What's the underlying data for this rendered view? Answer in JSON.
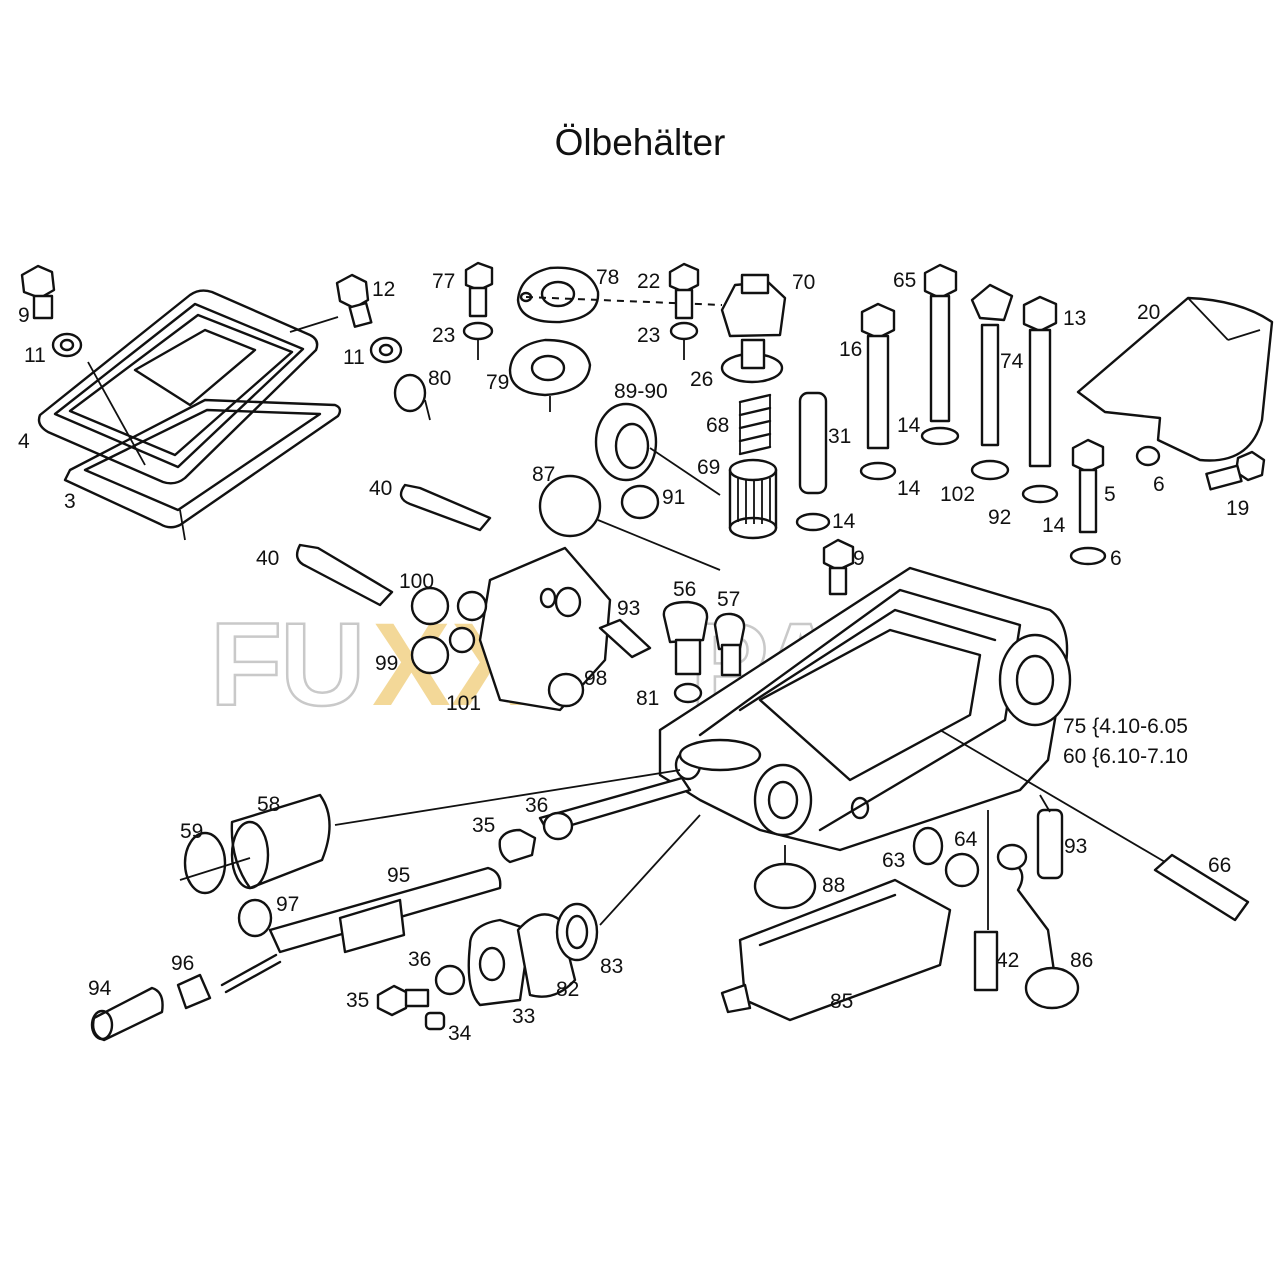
{
  "title": "Ölbehälter",
  "watermark": {
    "left": "FU",
    "middle": "XX",
    "right": "PARTS",
    "accent_color": "#f1d287"
  },
  "labels": [
    {
      "text": "9"
    },
    {
      "text": "11"
    },
    {
      "text": "4"
    },
    {
      "text": "3"
    },
    {
      "text": "12"
    },
    {
      "text": "11"
    },
    {
      "text": "80"
    },
    {
      "text": "77"
    },
    {
      "text": "23"
    },
    {
      "text": "78"
    },
    {
      "text": "79"
    },
    {
      "text": "22"
    },
    {
      "text": "23"
    },
    {
      "text": "70"
    },
    {
      "text": "26"
    },
    {
      "text": "65"
    },
    {
      "text": "74"
    },
    {
      "text": "13"
    },
    {
      "text": "20"
    },
    {
      "text": "16"
    },
    {
      "text": "14"
    },
    {
      "text": "14"
    },
    {
      "text": "14"
    },
    {
      "text": "14"
    },
    {
      "text": "89-90"
    },
    {
      "text": "68"
    },
    {
      "text": "69"
    },
    {
      "text": "31"
    },
    {
      "text": "87"
    },
    {
      "text": "91"
    },
    {
      "text": "102"
    },
    {
      "text": "92"
    },
    {
      "text": "5"
    },
    {
      "text": "6"
    },
    {
      "text": "6"
    },
    {
      "text": "19"
    },
    {
      "text": "40"
    },
    {
      "text": "40"
    },
    {
      "text": "100"
    },
    {
      "text": "99"
    },
    {
      "text": "101"
    },
    {
      "text": "93"
    },
    {
      "text": "98"
    },
    {
      "text": "56"
    },
    {
      "text": "57"
    },
    {
      "text": "81"
    },
    {
      "text": "9"
    },
    {
      "text": "75 {4.10-6.05"
    },
    {
      "text": "60 {6.10-7.10"
    },
    {
      "text": "58"
    },
    {
      "text": "59"
    },
    {
      "text": "36"
    },
    {
      "text": "35"
    },
    {
      "text": "95"
    },
    {
      "text": "97"
    },
    {
      "text": "96"
    },
    {
      "text": "94"
    },
    {
      "text": "36"
    },
    {
      "text": "35"
    },
    {
      "text": "34"
    },
    {
      "text": "33"
    },
    {
      "text": "82"
    },
    {
      "text": "83"
    },
    {
      "text": "88"
    },
    {
      "text": "63"
    },
    {
      "text": "64"
    },
    {
      "text": "93"
    },
    {
      "text": "66"
    },
    {
      "text": "85"
    },
    {
      "text": "42"
    },
    {
      "text": "86"
    }
  ]
}
